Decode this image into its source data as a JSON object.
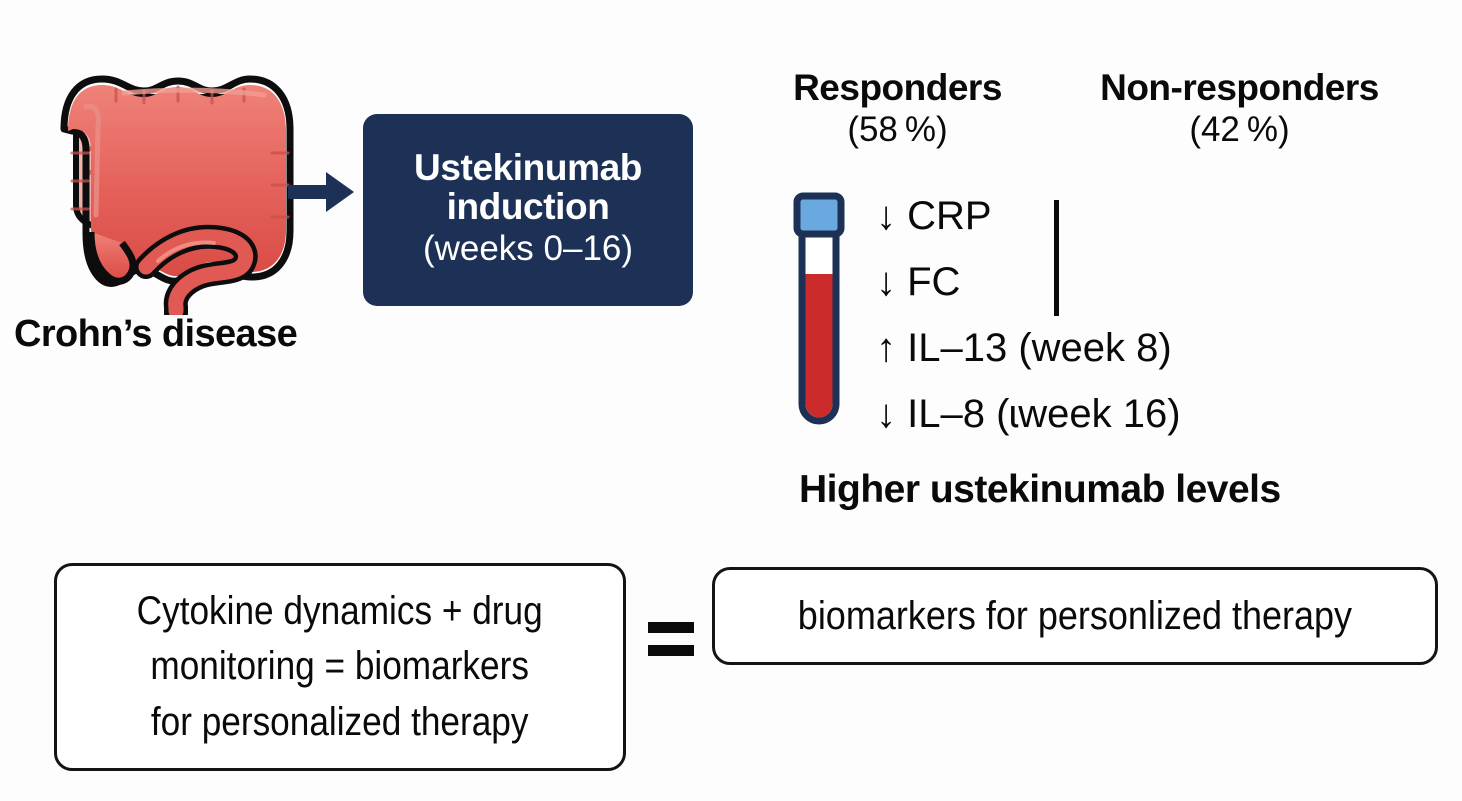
{
  "figure": {
    "background_color": "#fdfdfd",
    "accent_navy": "#1d3157",
    "blood_red": "#cc2b2b",
    "cap_blue": "#6aa9e0",
    "text_color": "#0a0a0a"
  },
  "disease": {
    "label": "Crohn’s disease",
    "icon": "intestine-icon"
  },
  "flow": {
    "arrow": "right-arrow-icon"
  },
  "treatment": {
    "line1": "Ustekinumab",
    "line2": "induction",
    "line3": "(weeks 0–16)"
  },
  "outcome_columns": [
    {
      "title": "Responders",
      "percent": "(58 %)"
    },
    {
      "title": "Non-responders",
      "percent": "(42 %)"
    }
  ],
  "specimen": {
    "icon": "blood-test-tube-icon",
    "cap_color": "#6aa9e0",
    "blood_color": "#cc2b2b",
    "outline_color": "#1d3157"
  },
  "biomarkers": [
    {
      "arrow": "↓",
      "label": "CRP"
    },
    {
      "arrow": "↓",
      "label": "FC"
    },
    {
      "arrow": "↑",
      "label": "IL–13 (week 8)"
    },
    {
      "arrow": "↓",
      "label": "IL–8 (ɩweek 16)"
    }
  ],
  "drug_levels": "Higher ustekinumab levels",
  "conclusion": {
    "left_text": "Cytokine dynamics + drug\nmonitoring = biomarkers\nfor personalized therapy",
    "equals": "=",
    "right_text": "biomarkers for personlized therapy"
  }
}
